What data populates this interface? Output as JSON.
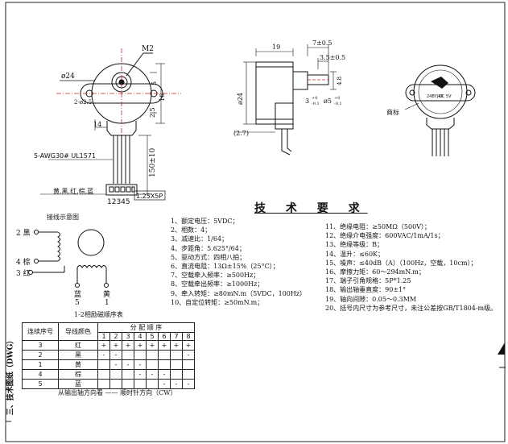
{
  "drawing": {
    "dims": {
      "m2": "M2",
      "dia24_left": "ø24",
      "hole": "2-ø2.5",
      "d16": "16",
      "d5": "5",
      "d25": "2.5",
      "d14": "14",
      "wire_len": "150±10",
      "wire_spec": "5-AWG30# UL1571",
      "colors": "黄,黑,红,棕,蓝",
      "pitch": "1.25X5P",
      "pins": "12345",
      "d19": "19",
      "d7": "7±0.5",
      "d35": "3.5±0.5",
      "d_body24": "ø24",
      "d27": "(2.7)",
      "d3": "3",
      "d3_tol_top": "+0",
      "d3_tol_bot": "-0.1",
      "d5shaft": "ø5",
      "d5_tol_top": "+0",
      "d5_tol_bot": "-0.1",
      "d48": "4.8",
      "logo_label": "商标"
    },
    "connection": {
      "title": "接线示意图",
      "pin2": "2 黑",
      "pin4": "4 棕",
      "pin3": "3 红",
      "pin5": "蓝\n5",
      "pin5a": "蓝",
      "pin5b": "5",
      "pin1a": "黄",
      "pin1b": "1"
    },
    "label_model": "24BYJ48",
    "label_volt": "DC 5V"
  },
  "specs": {
    "title": "技 术 要 求",
    "left": [
      "1、额定电压：5VDC；",
      "2、相数：4；",
      "3、减速比：1/64；",
      "4、步距角：5.625°/64；",
      "5、驱动方式：四相八拍；",
      "6、直流电阻：13Ω±15%（25°C）；",
      "7、空载牵入频率：≥500Hz；",
      "8、空载牵出频率：≥1000Hz；",
      "9、牵入转矩：≥80mN.m（5VDC，100Hz）",
      "10、自定位转矩：≥50mN.m；"
    ],
    "right": [
      "11、绝缘电阻：≥50MΩ（500V）；",
      "12、绝缘介电强度：600VAC/1mA/1s；",
      "13、绝缘等级：B；",
      "14、温升：≤60K；",
      "15、噪声：≤40dB（A）（100Hz，空载，10cm）；",
      "16、摩擦力矩：60～294mN.m；",
      "17、端子引角规格：5P*1.25",
      "18、输出轴垂直度：90±1°",
      "19、轴向间隙：0.05～0.3MM",
      "20、括号内尺寸为参考尺寸，未注公差按GB/T1804-m级。"
    ]
  },
  "table": {
    "caption": "1-2相励磁顺序表",
    "h_seq": "连续序号",
    "h_color": "导线颜色",
    "h_dist": "分 配 顺 序",
    "steps": [
      "1",
      "2",
      "3",
      "4",
      "5",
      "6",
      "7",
      "8"
    ],
    "rows": [
      {
        "seq": "3",
        "color": "红",
        "cells": [
          "+",
          "+",
          "+",
          "+",
          "+",
          "+",
          "+",
          "+"
        ]
      },
      {
        "seq": "2",
        "color": "黑",
        "cells": [
          "-",
          "-",
          "",
          "",
          "",
          "",
          "",
          "-"
        ]
      },
      {
        "seq": "1",
        "color": "黄",
        "cells": [
          "",
          "-",
          "-",
          "-",
          "",
          "",
          "",
          ""
        ]
      },
      {
        "seq": "4",
        "color": "棕",
        "cells": [
          "",
          "",
          "",
          "-",
          "-",
          "-",
          "",
          ""
        ]
      },
      {
        "seq": "5",
        "color": "蓝",
        "cells": [
          "",
          "",
          "",
          "",
          "",
          "-",
          "-",
          "-"
        ]
      }
    ],
    "direction": "从输出轴方向看 —— 顺时针方向（CW）"
  },
  "side_label": "三、技术图纸（DWG）"
}
